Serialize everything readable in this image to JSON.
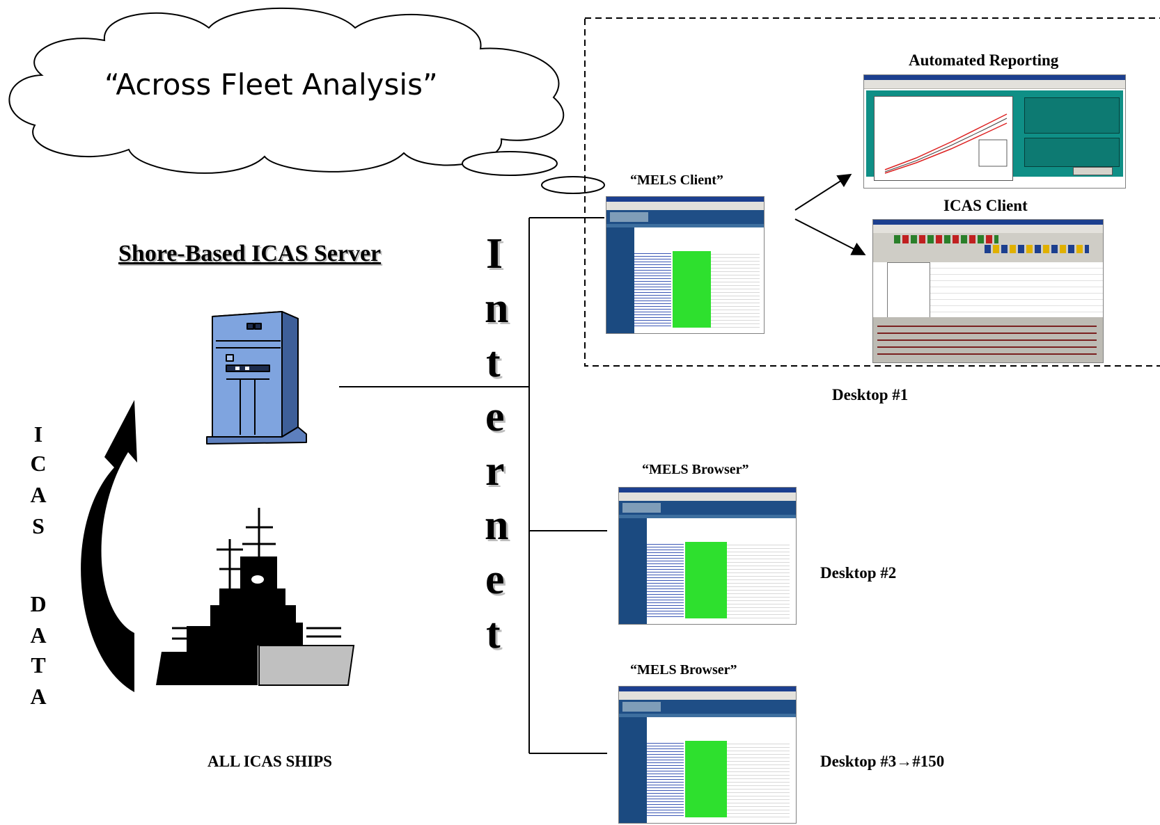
{
  "cloud": {
    "text": "“Across Fleet Analysis”"
  },
  "server": {
    "title": "Shore-Based ICAS Server"
  },
  "ships": {
    "label": "ALL ICAS SHIPS"
  },
  "icas_data": {
    "letters": [
      "I",
      "C",
      "A",
      "S",
      "D",
      "A",
      "T",
      "A"
    ]
  },
  "internet": {
    "letters": [
      "I",
      "n",
      "t",
      "e",
      "r",
      "n",
      "e",
      "t"
    ]
  },
  "desktop1": {
    "automated_reporting_caption": "Automated Reporting",
    "mels_client_caption": "“MELS Client”",
    "icas_client_caption": "ICAS Client",
    "label": "Desktop #1"
  },
  "desktop2": {
    "mels_browser_caption": "“MELS Browser”",
    "label": "Desktop #2"
  },
  "desktop3": {
    "mels_browser_caption": "“MELS Browser”",
    "label": "Desktop #3→#150"
  },
  "colors": {
    "server_body": "#7fa4df",
    "server_side": "#3e5f99",
    "ship_hull_gray": "#c0c0c0",
    "mels_green": "#2ee02e",
    "mels_blue": "#1f4e86",
    "report_teal": "#0f8f86"
  },
  "icons": [
    "server-tower-icon",
    "warship-icon",
    "curved-arrow-icon",
    "cloud-icon"
  ]
}
